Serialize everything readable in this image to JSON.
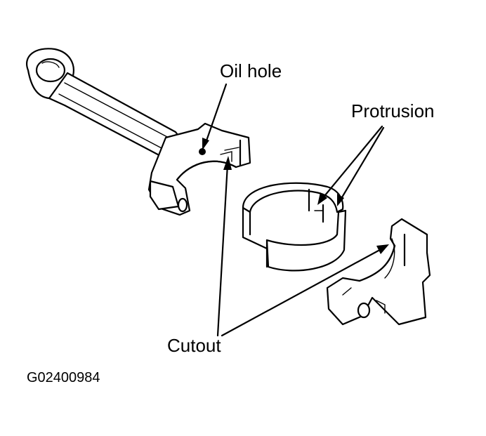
{
  "labels": {
    "oil_hole": "Oil hole",
    "protrusion": "Protrusion",
    "cutout": "Cutout"
  },
  "figure_id": "G02400984",
  "colors": {
    "line": "#000000",
    "background": "#ffffff"
  }
}
